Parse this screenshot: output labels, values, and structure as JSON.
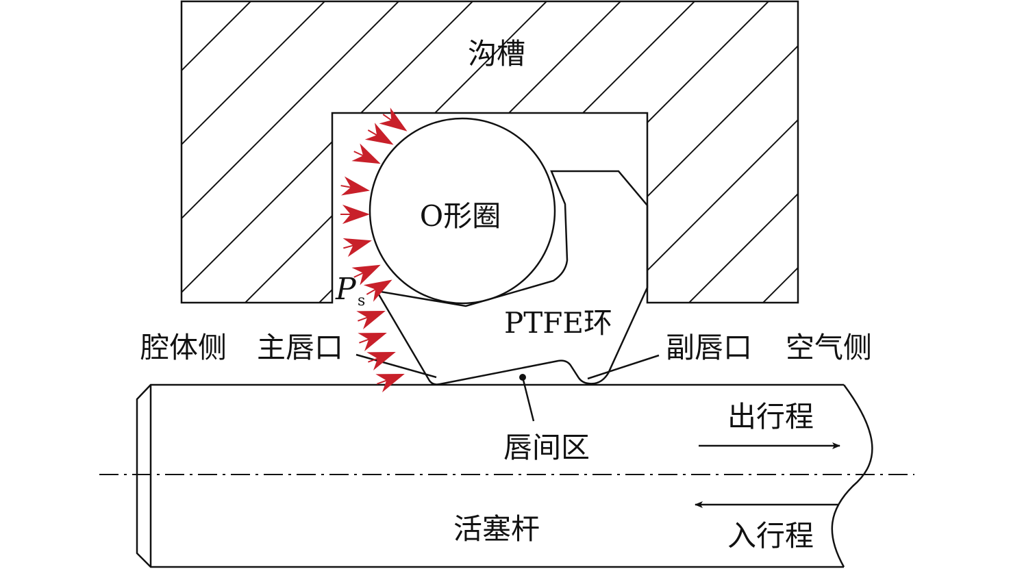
{
  "labels": {
    "groove": "沟槽",
    "o_ring": "O形圈",
    "ptfe_ring": "PTFE环",
    "cavity_side": "腔体侧",
    "main_lip": "主唇口",
    "secondary_lip": "副唇口",
    "air_side": "空气侧",
    "inter_lip_zone": "唇间区",
    "out_stroke": "出行程",
    "in_stroke": "入行程",
    "piston_rod": "活塞杆",
    "pressure_symbol": "P",
    "pressure_subscript": "s"
  },
  "colors": {
    "pressure_arrow": "#c8202a",
    "line": "#111111"
  }
}
